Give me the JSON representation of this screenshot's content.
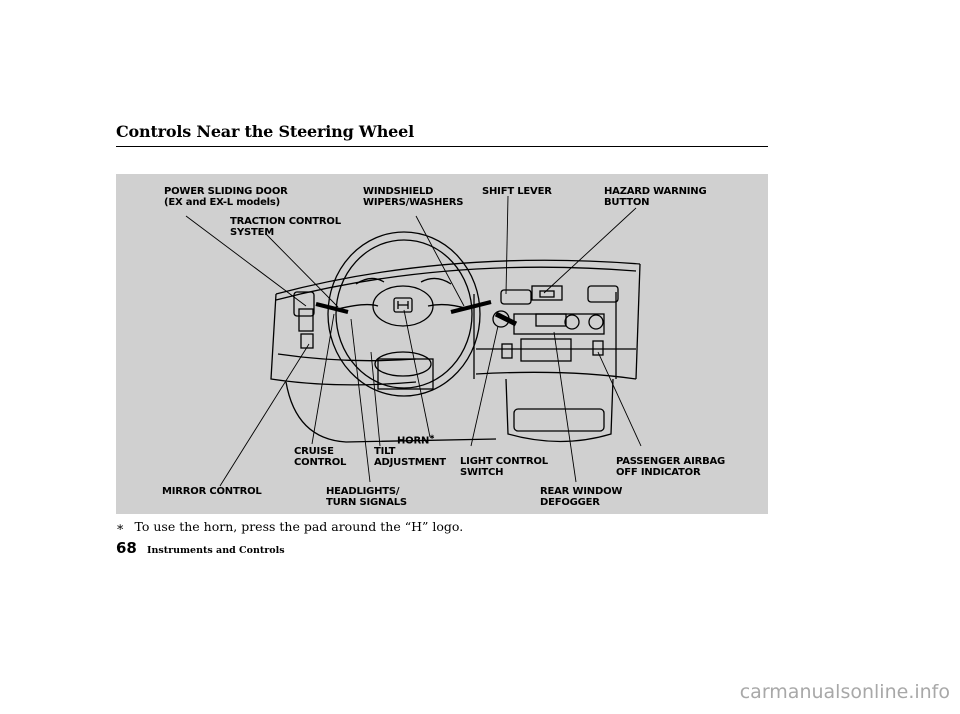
{
  "header": {
    "title": "Controls Near the Steering Wheel"
  },
  "figure": {
    "labels": {
      "power_sliding_door": "POWER SLIDING DOOR\n(EX and EX-L models)",
      "traction_control": "TRACTION CONTROL\nSYSTEM",
      "windshield": "WINDSHIELD\nWIPERS/WASHERS",
      "shift_lever": "SHIFT LEVER",
      "hazard": "HAZARD WARNING\nBUTTON",
      "cruise": "CRUISE\nCONTROL",
      "tilt": "TILT\nADJUSTMENT",
      "horn": "HORN",
      "horn_mark": "∗",
      "light_control": "LIGHT CONTROL\nSWITCH",
      "passenger_airbag": "PASSENGER AIRBAG\nOFF INDICATOR",
      "mirror": "MIRROR CONTROL",
      "headlights": "HEADLIGHTS/\nTURN SIGNALS",
      "rear_window": "REAR WINDOW\nDEFOGGER"
    }
  },
  "footnote": {
    "mark": "∗",
    "text": "To use the horn, press the pad around the “H” logo."
  },
  "footer": {
    "page_number": "68",
    "section": "Instruments and Controls"
  },
  "watermark": "carmanualsonline.info"
}
